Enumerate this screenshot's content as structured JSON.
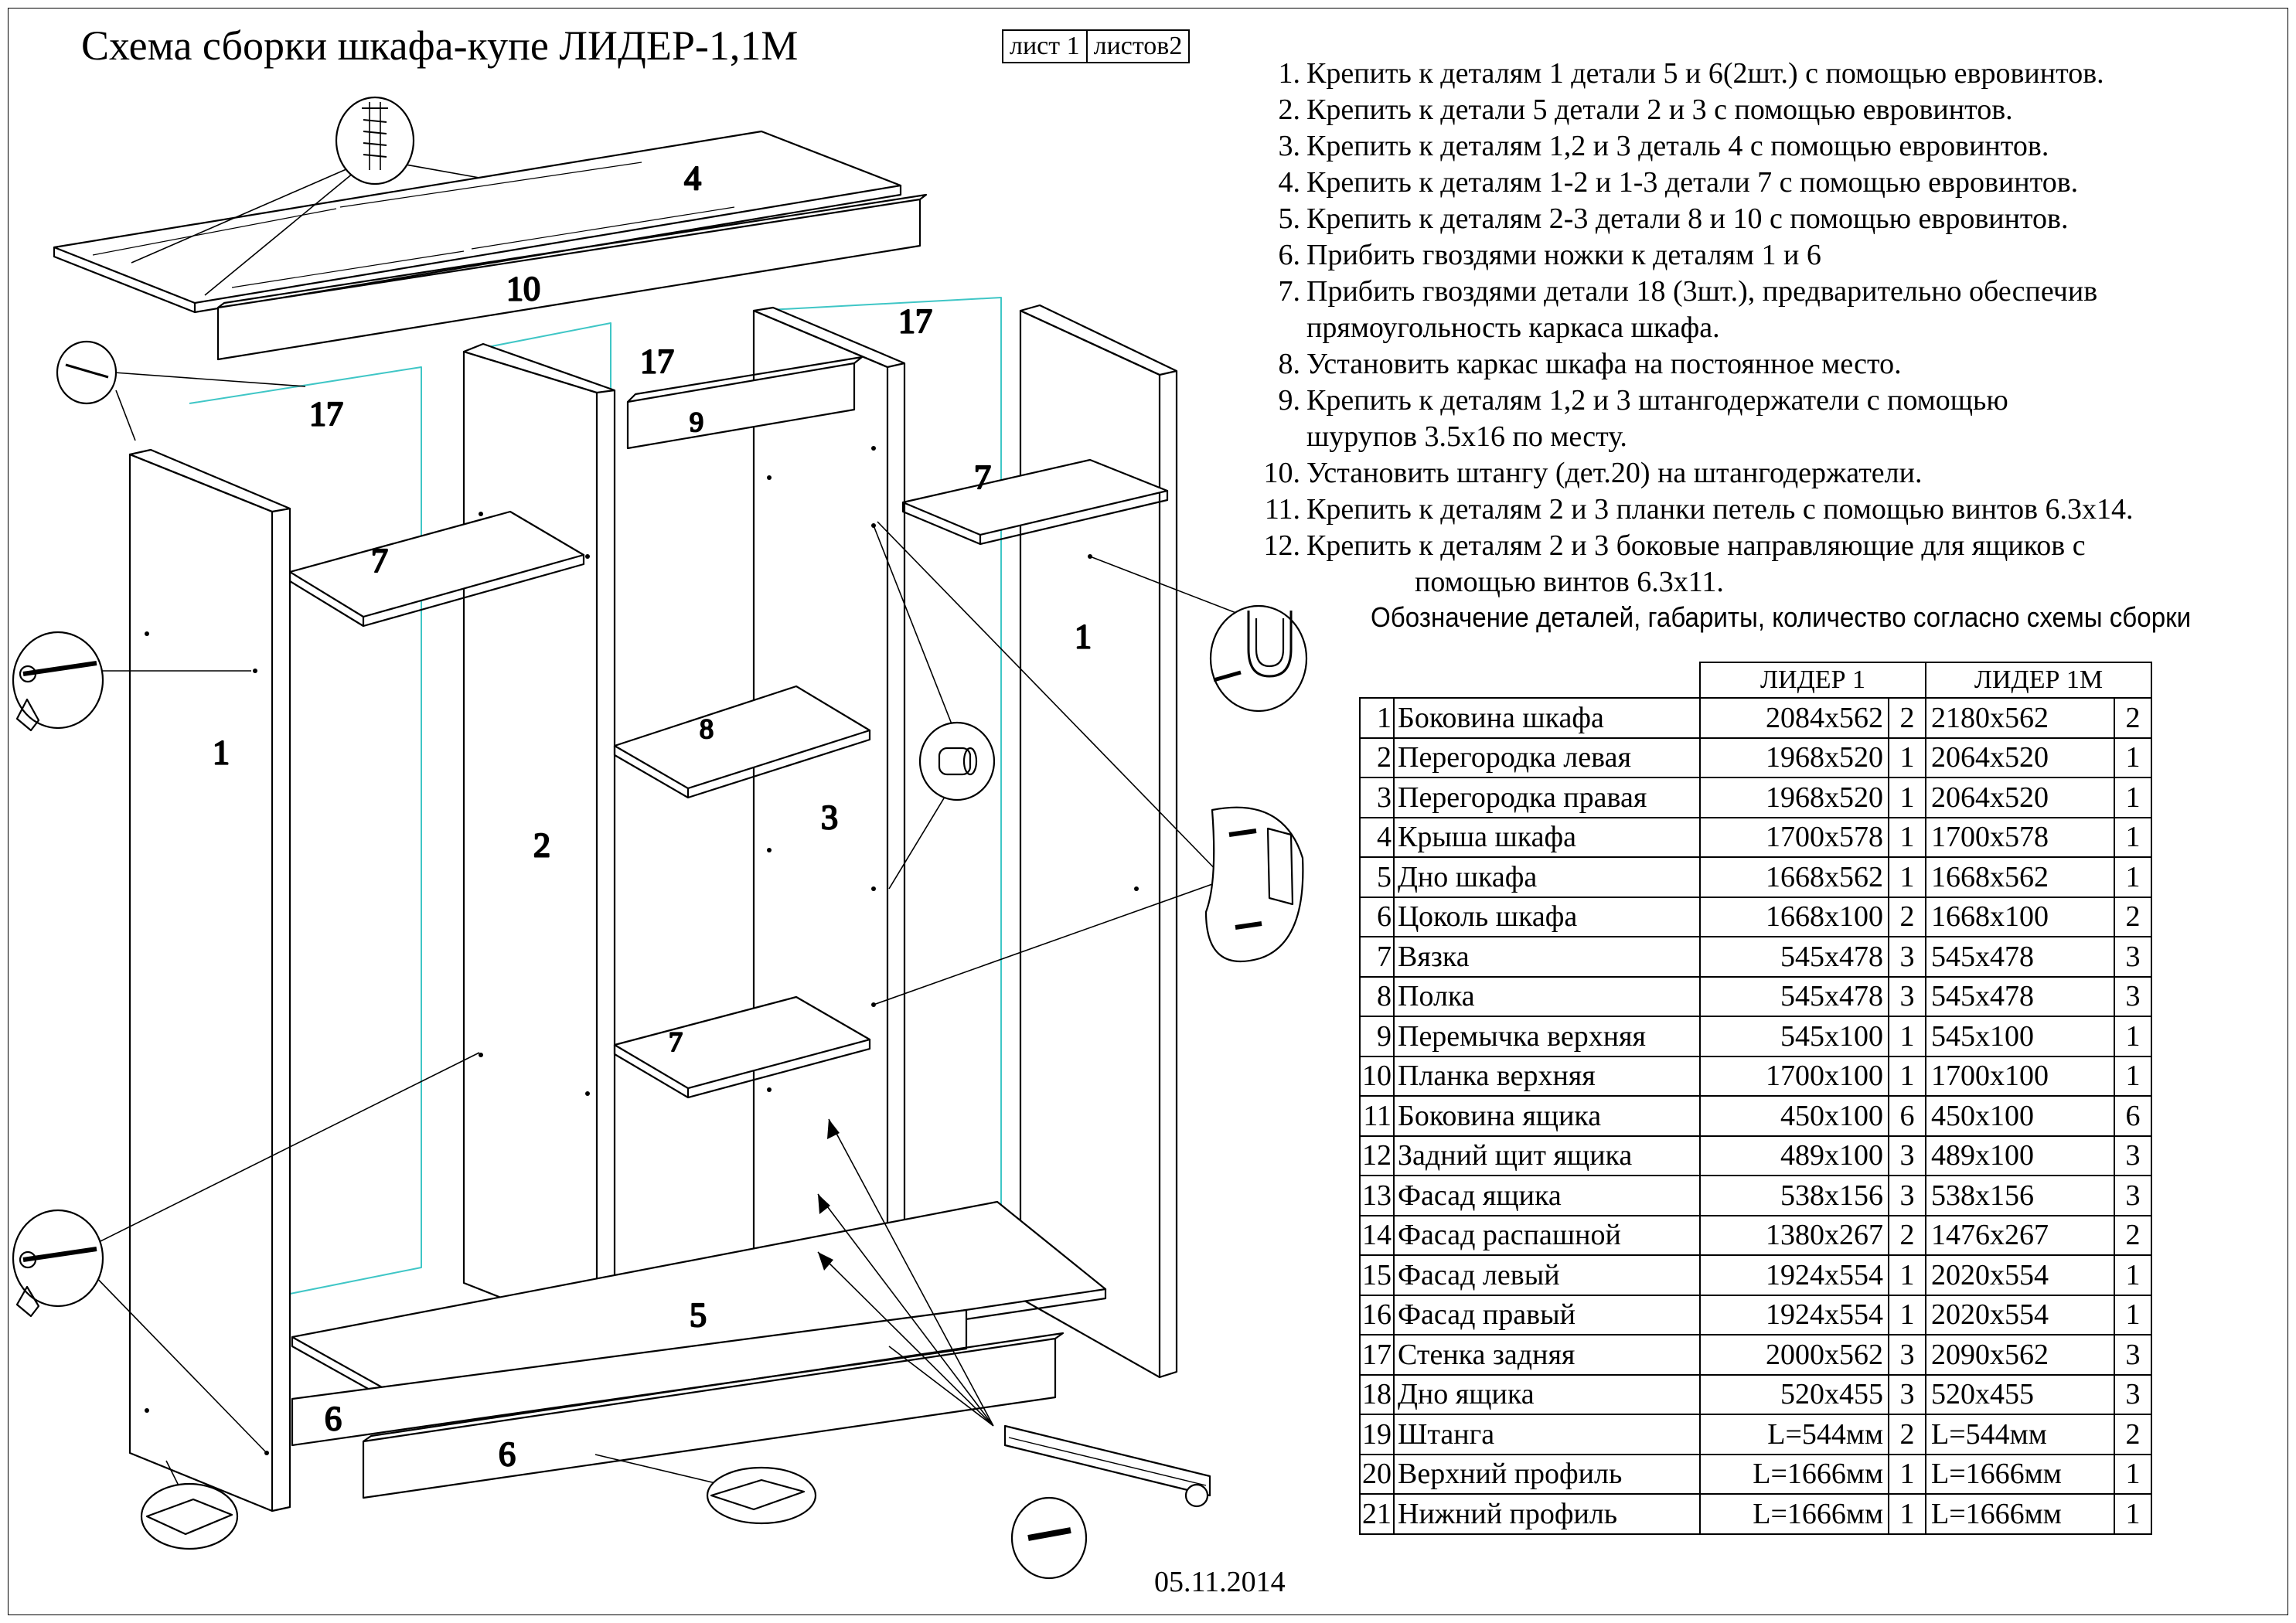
{
  "title": "Схема сборки шкафа-купе ЛИДЕР-1,1М",
  "sheet": {
    "current": "лист 1",
    "total": "листов2"
  },
  "steps": [
    {
      "num": "1.",
      "lines": [
        "Крепить к деталям 1 детали 5 и 6(2шт.) с помощью евровинтов."
      ]
    },
    {
      "num": "2.",
      "lines": [
        "Крепить к детали 5 детали 2 и 3 с помощью евровинтов."
      ]
    },
    {
      "num": "3.",
      "lines": [
        "Крепить к деталям 1,2 и 3 деталь 4 с помощью евровинтов."
      ]
    },
    {
      "num": "4.",
      "lines": [
        "Крепить к деталям 1-2 и 1-3 детали 7 с помощью евровинтов."
      ]
    },
    {
      "num": "5.",
      "lines": [
        "Крепить к деталям 2-3 детали 8 и 10 с помощью евровинтов."
      ]
    },
    {
      "num": "6.",
      "lines": [
        "Прибить гвоздями ножки к деталям 1 и 6"
      ]
    },
    {
      "num": "7.",
      "lines": [
        "Прибить гвоздями детали 18 (3шт.), предварительно обеспечив",
        "прямоугольность каркаса шкафа."
      ]
    },
    {
      "num": "8.",
      "lines": [
        "Установить каркас шкафа на постоянное место."
      ]
    },
    {
      "num": "9.",
      "lines": [
        "Крепить к деталям 1,2 и 3 штангодержатели с помощью",
        "шурупов 3.5х16 по месту."
      ]
    },
    {
      "num": "10.",
      "lines": [
        "Установить штангу (дет.20) на штангодержатели."
      ]
    },
    {
      "num": "11.",
      "lines": [
        "Крепить к деталям 2 и 3 планки петель с помощью винтов 6.3х14."
      ]
    },
    {
      "num": "12.",
      "lines": [
        "Крепить к деталям 2 и 3 боковые направляющие для ящиков с",
        "помощью винтов 6.3х11."
      ]
    }
  ],
  "parts_caption": "Обозначение деталей, габариты, количество согласно схемы сборки",
  "parts_table": {
    "columns": [
      "ЛИДЕР 1",
      "ЛИДЕР 1М"
    ],
    "rows": [
      {
        "no": "1",
        "name": "Боковина шкафа",
        "dim1": "2084х562",
        "q1": "2",
        "dim2": "2180х562",
        "q2": "2"
      },
      {
        "no": "2",
        "name": "Перегородка левая",
        "dim1": "1968х520",
        "q1": "1",
        "dim2": "2064х520",
        "q2": "1"
      },
      {
        "no": "3",
        "name": "Перегородка правая",
        "dim1": "1968х520",
        "q1": "1",
        "dim2": "2064х520",
        "q2": "1"
      },
      {
        "no": "4",
        "name": "Крыша шкафа",
        "dim1": "1700х578",
        "q1": "1",
        "dim2": "1700х578",
        "q2": "1"
      },
      {
        "no": "5",
        "name": "Дно шкафа",
        "dim1": "1668х562",
        "q1": "1",
        "dim2": "1668х562",
        "q2": "1"
      },
      {
        "no": "6",
        "name": "Цоколь шкафа",
        "dim1": "1668х100",
        "q1": "2",
        "dim2": "1668х100",
        "q2": "2"
      },
      {
        "no": "7",
        "name": "Вязка",
        "dim1": "545х478",
        "q1": "3",
        "dim2": "545х478",
        "q2": "3"
      },
      {
        "no": "8",
        "name": "Полка",
        "dim1": "545х478",
        "q1": "3",
        "dim2": "545х478",
        "q2": "3"
      },
      {
        "no": "9",
        "name": "Перемычка верхняя",
        "dim1": "545х100",
        "q1": "1",
        "dim2": "545х100",
        "q2": "1"
      },
      {
        "no": "10",
        "name": "Планка верхняя",
        "dim1": "1700х100",
        "q1": "1",
        "dim2": "1700х100",
        "q2": "1"
      },
      {
        "no": "11",
        "name": "Боковина ящика",
        "dim1": "450х100",
        "q1": "6",
        "dim2": "450х100",
        "q2": "6"
      },
      {
        "no": "12",
        "name": "Задний щит ящика",
        "dim1": "489х100",
        "q1": "3",
        "dim2": "489х100",
        "q2": "3"
      },
      {
        "no": "13",
        "name": "Фасад ящика",
        "dim1": "538х156",
        "q1": "3",
        "dim2": "538х156",
        "q2": "3"
      },
      {
        "no": "14",
        "name": "Фасад распашной",
        "dim1": "1380х267",
        "q1": "2",
        "dim2": "1476х267",
        "q2": "2"
      },
      {
        "no": "15",
        "name": "Фасад левый",
        "dim1": "1924х554",
        "q1": "1",
        "dim2": "2020х554",
        "q2": "1"
      },
      {
        "no": "16",
        "name": "Фасад правый",
        "dim1": "1924х554",
        "q1": "1",
        "dim2": "2020х554",
        "q2": "1"
      },
      {
        "no": "17",
        "name": "Стенка задняя",
        "dim1": "2000х562",
        "q1": "3",
        "dim2": "2090х562",
        "q2": "3"
      },
      {
        "no": "18",
        "name": "Дно ящика",
        "dim1": "520х455",
        "q1": "3",
        "dim2": "520х455",
        "q2": "3"
      },
      {
        "no": "19",
        "name": "Штанга",
        "dim1": "L=544мм",
        "q1": "2",
        "dim2": "L=544мм",
        "q2": "2"
      },
      {
        "no": "20",
        "name": "Верхний профиль",
        "dim1": "L=1666мм",
        "q1": "1",
        "dim2": "L=1666мм",
        "q2": "1"
      },
      {
        "no": "21",
        "name": "Нижний профиль",
        "dim1": "L=1666мм",
        "q1": "1",
        "dim2": "L=1666мм",
        "q2": "1"
      }
    ]
  },
  "date": "05.11.2014",
  "drawing_labels": {
    "roof": "4",
    "top_bar": "10",
    "back_left": "17",
    "back_mid": "17",
    "back_right": "17",
    "top_bridge": "9",
    "tie_left": "7",
    "tie_right": "7",
    "tie_mid": "7",
    "shelf": "8",
    "side_left": "1",
    "side_right": "1",
    "partition_left": "2",
    "partition_right": "3",
    "bottom": "5",
    "plinth_back": "6",
    "plinth_front": "6"
  },
  "colors": {
    "back_panel_line": "#3fc6c6",
    "ink": "#000000"
  }
}
